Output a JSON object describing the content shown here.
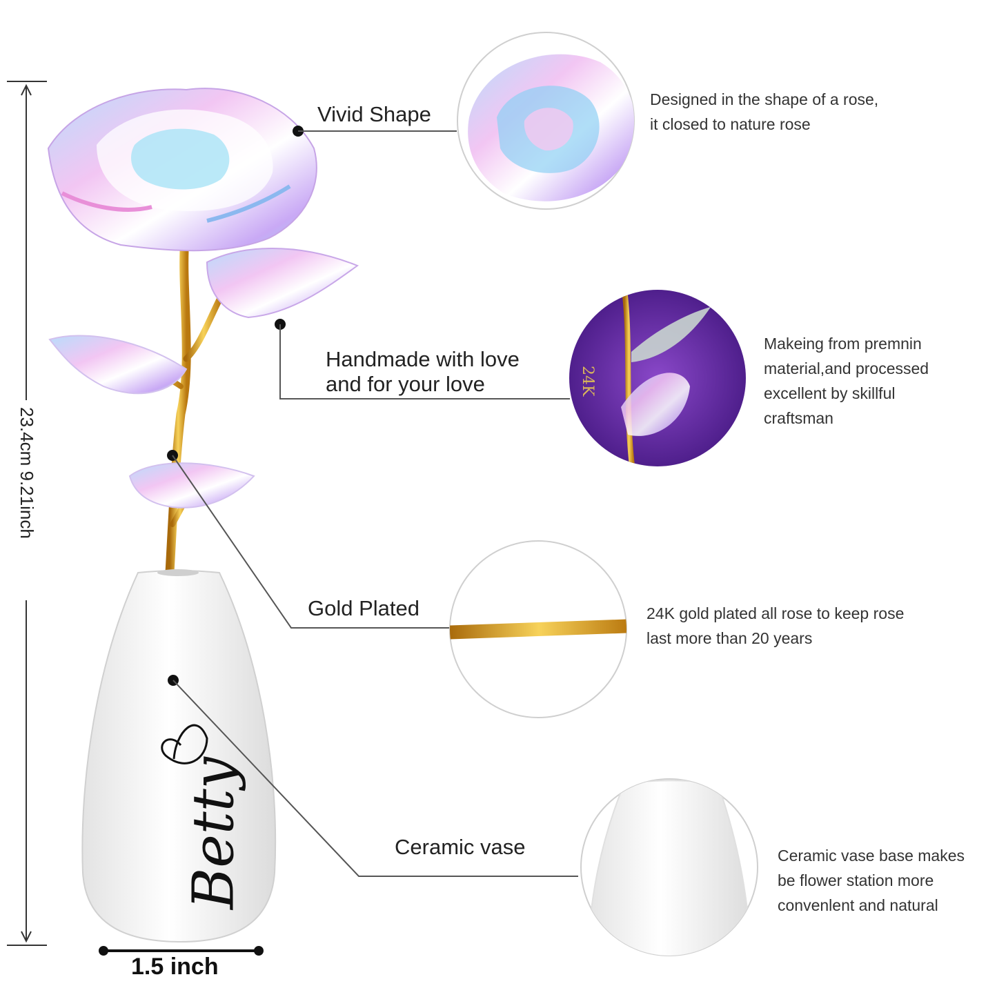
{
  "features": [
    {
      "label": "Vivid Shape",
      "desc": [
        "Designed in the shape of a rose,",
        "it closed to nature rose"
      ],
      "icon": "rose-closeup-icon"
    },
    {
      "label": [
        "Handmade with love",
        "and for your love"
      ],
      "desc": [
        "Makeing from premnin",
        "material,and processed",
        "excellent by skillful",
        "craftsman"
      ],
      "icon": "leaf-closeup-icon",
      "badge": "24K"
    },
    {
      "label": "Gold Plated",
      "desc": [
        "24K gold plated all rose to keep rose",
        "last more than 20 years"
      ],
      "icon": "gold-stem-closeup-icon"
    },
    {
      "label": "Ceramic vase",
      "desc": [
        "Ceramic vase base makes",
        "be flower station more",
        "convenlent and natural"
      ],
      "icon": "vase-closeup-icon"
    }
  ],
  "dimensions": {
    "height": "23.4cm 9.21inch",
    "width": "1.5 inch"
  },
  "vase_text": "Betty",
  "colors": {
    "gold": "#d89b1c",
    "iridescent_pink": "#e7a6e6",
    "iridescent_blue": "#8fc7f0",
    "purple_bg": "#6a2fa8"
  }
}
